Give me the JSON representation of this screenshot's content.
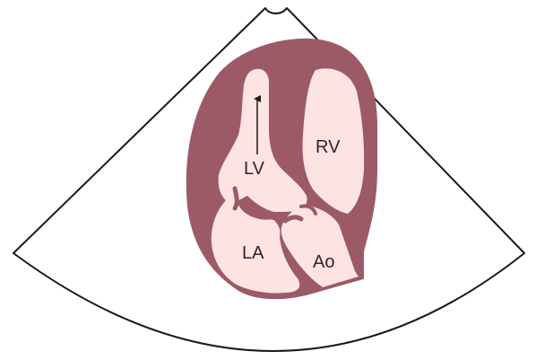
{
  "diagram": {
    "labels": {
      "lv": "LV",
      "rv": "RV",
      "la": "LA",
      "ao": "Ao"
    },
    "colors": {
      "background": "#ffffff",
      "sector_outline": "#1a1a1a",
      "myocardium": "#9b5a66",
      "cavity": "#fde3e2",
      "arrow": "#1a1a1a",
      "label": "#3a1f22"
    },
    "structures": [
      "ultrasound-sector",
      "myocardium",
      "left-ventricle",
      "right-ventricle",
      "left-atrium",
      "aorta",
      "mitral-valve",
      "aortic-valve",
      "lv-axis-arrow"
    ]
  }
}
